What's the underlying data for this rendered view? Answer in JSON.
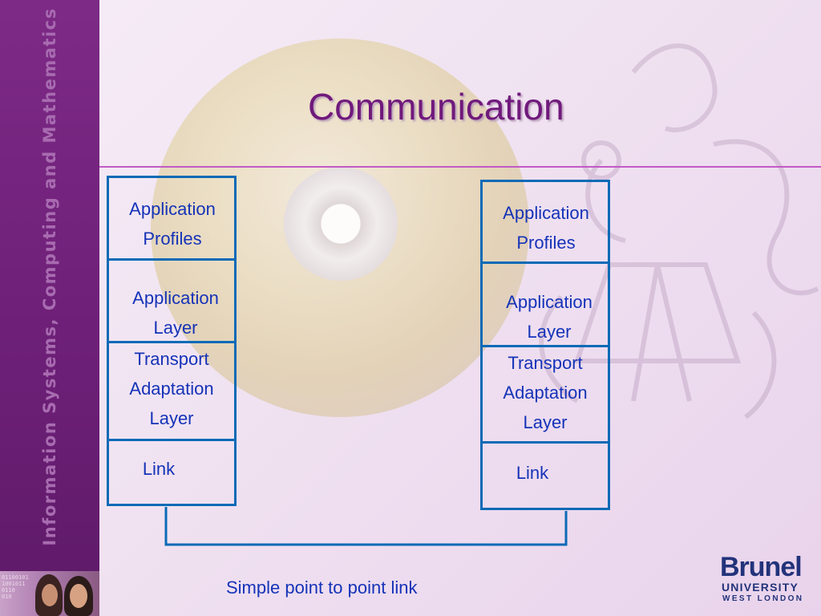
{
  "slide": {
    "title": "Communication",
    "sidebar_label": "Information Systems, Computing and Mathematics",
    "photo_binary": [
      "01100101",
      "1001011",
      "0110",
      "010"
    ],
    "caption": "Simple point to point link",
    "logo": {
      "name": "Brunel",
      "line2": "UNIVERSITY",
      "line3": "WEST LONDON"
    }
  },
  "stacks": [
    {
      "layers": [
        {
          "lines": [
            "Application",
            "Profiles"
          ]
        },
        {
          "lines": [
            "Application",
            "Layer"
          ]
        },
        {
          "lines": [
            "Transport",
            "Adaptation",
            "Layer"
          ]
        },
        {
          "lines": [
            "Link"
          ]
        }
      ]
    },
    {
      "layers": [
        {
          "lines": [
            "Application",
            "Profiles"
          ]
        },
        {
          "lines": [
            "Application",
            "Layer"
          ]
        },
        {
          "lines": [
            "Transport",
            "Adaptation",
            "Layer"
          ]
        },
        {
          "lines": [
            "Link"
          ]
        }
      ]
    }
  ],
  "colors": {
    "title": "#70197c",
    "sidebar": "#7d2a86",
    "stack_lines": "#0b6ab6",
    "text": "#1533b8",
    "rule": "#c25ac6"
  }
}
